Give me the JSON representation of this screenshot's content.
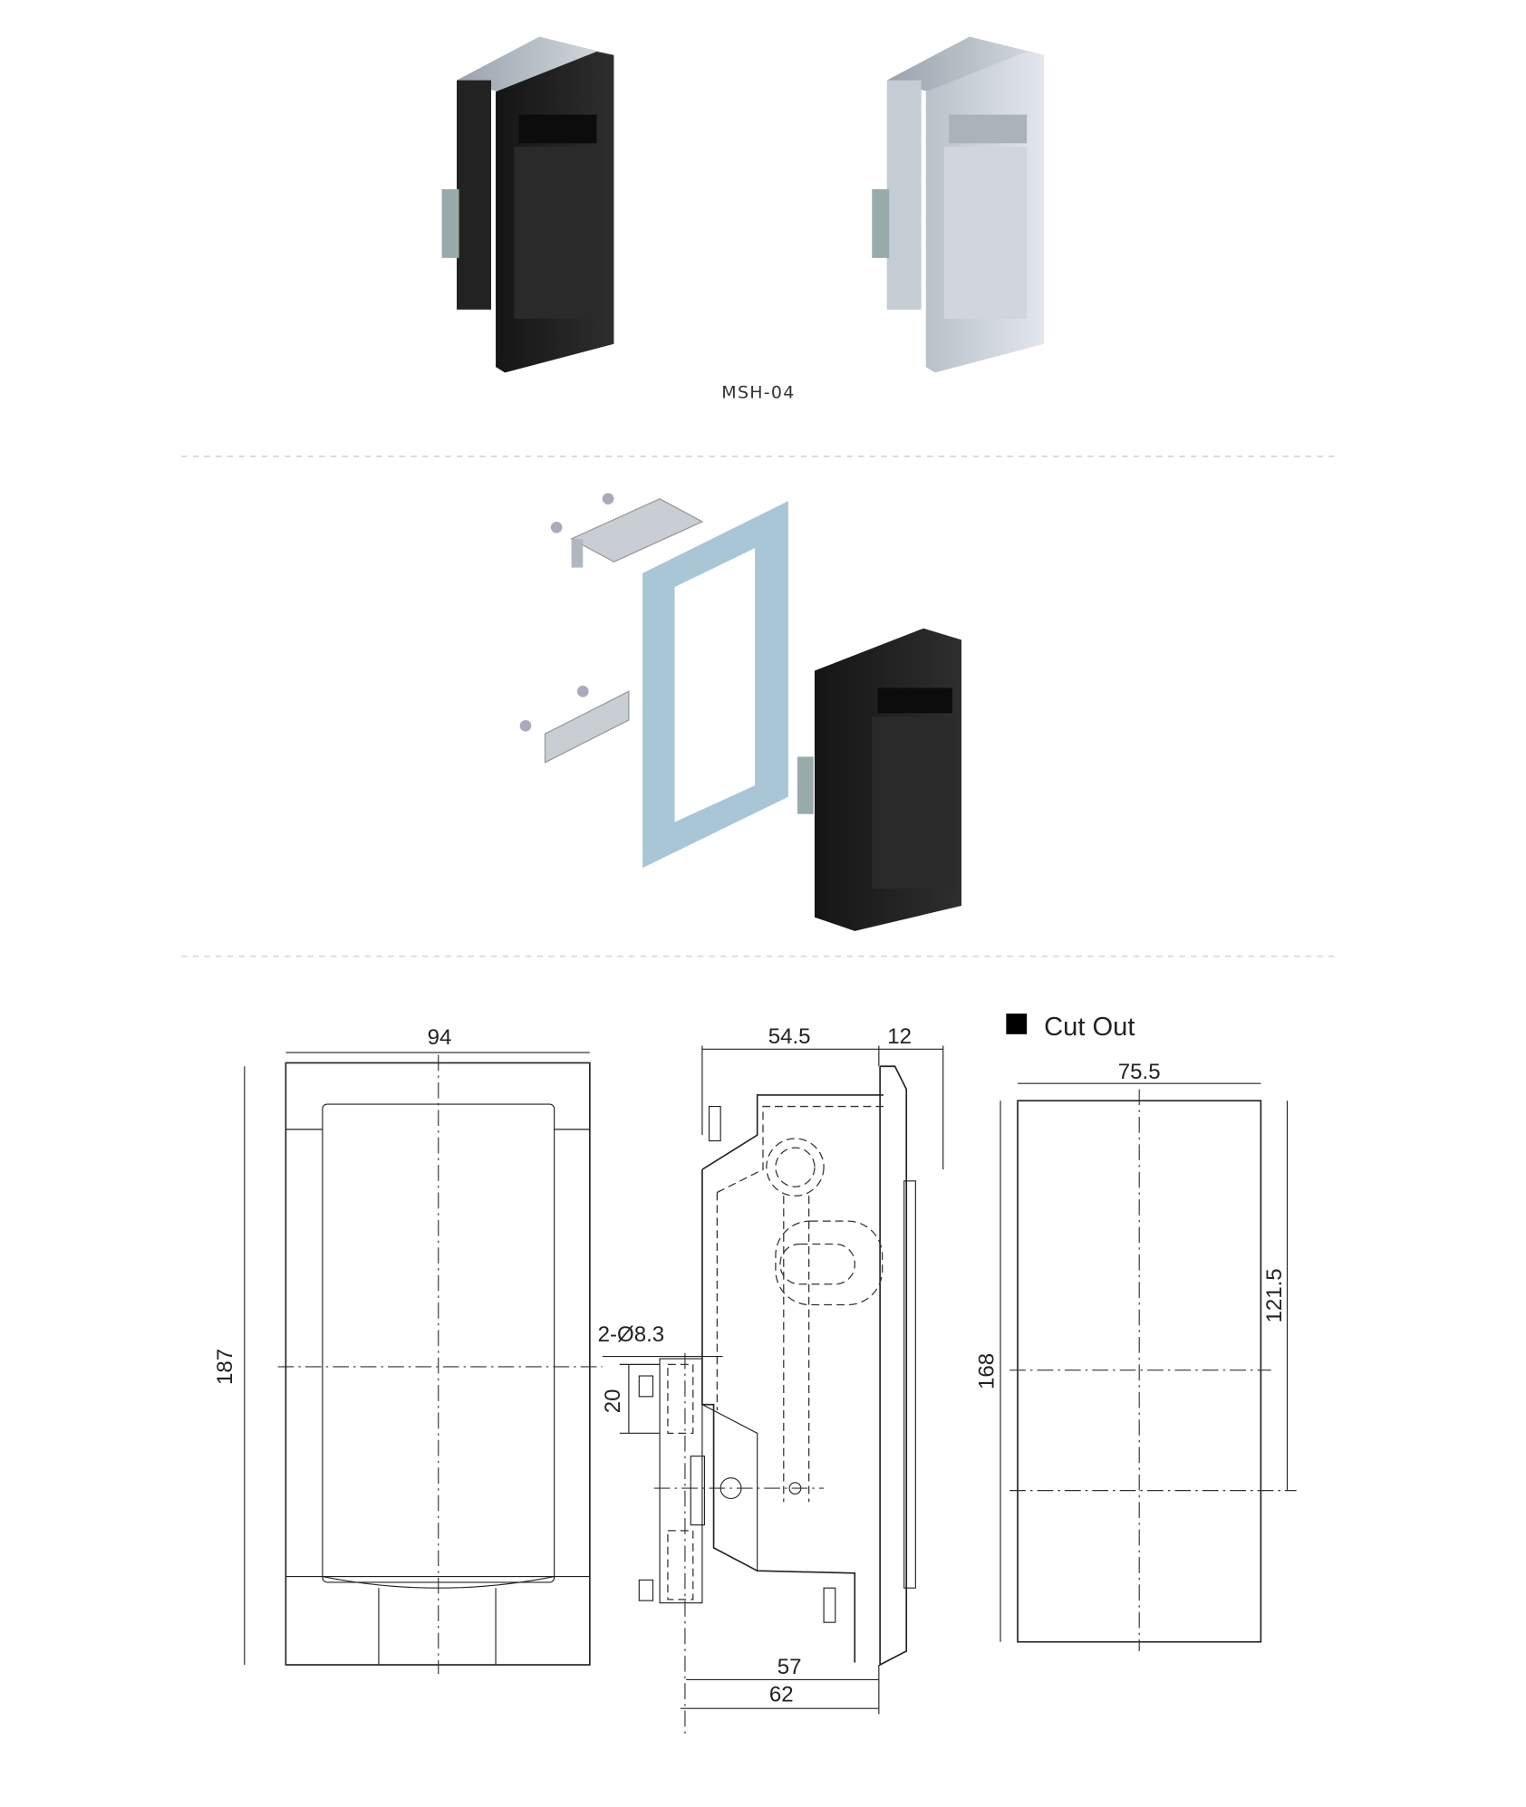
{
  "product": {
    "model": "MSH-04"
  },
  "front_view": {
    "width_dim": "94",
    "height_dim": "187"
  },
  "side_view": {
    "depth_dim": "54.5",
    "flange_dim": "12",
    "hole_dim": "2-Ø8.3",
    "hole_pitch_dim": "20",
    "depth_57": "57",
    "depth_62": "62"
  },
  "cutout": {
    "title": "Cut Out",
    "width_dim": "75.5",
    "height_dim": "168",
    "offset_dim": "121.5"
  },
  "colors": {
    "black_finish": "#1e1e1e",
    "silver_finish": "#cfd6dd",
    "gasket": "#a9c6d6"
  }
}
